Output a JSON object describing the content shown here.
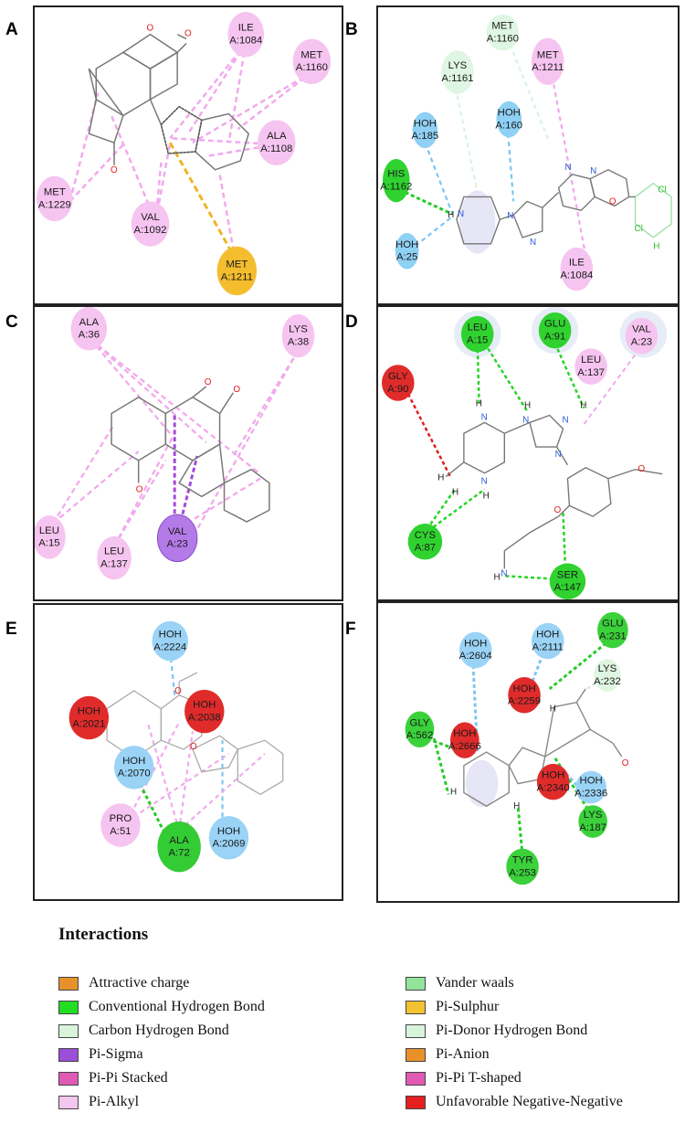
{
  "panels": {
    "A": {
      "label": "A",
      "residues": [
        {
          "name": "ILE",
          "num": "A:1084"
        },
        {
          "name": "MET",
          "num": "A:1160"
        },
        {
          "name": "ALA",
          "num": "A:1108"
        },
        {
          "name": "MET",
          "num": "A:1229"
        },
        {
          "name": "VAL",
          "num": "A:1092"
        },
        {
          "name": "MET",
          "num": "A:1211"
        }
      ],
      "atoms": [
        "O",
        "O",
        "O"
      ]
    },
    "B": {
      "label": "B",
      "residues": [
        {
          "name": "MET",
          "num": "A:1160"
        },
        {
          "name": "MET",
          "num": "A:1211"
        },
        {
          "name": "LYS",
          "num": "A:1161"
        },
        {
          "name": "HOH",
          "num": "A:160"
        },
        {
          "name": "HOH",
          "num": "A:185"
        },
        {
          "name": "HIS",
          "num": "A:1162"
        },
        {
          "name": "HOH",
          "num": "A:25"
        },
        {
          "name": "ILE",
          "num": "A:1084"
        }
      ],
      "atoms": [
        "N",
        "N",
        "N",
        "N",
        "N",
        "O",
        "H",
        "Cl",
        "Cl",
        "H"
      ]
    },
    "C": {
      "label": "C",
      "residues": [
        {
          "name": "ALA",
          "num": "A:36"
        },
        {
          "name": "LYS",
          "num": "A:38"
        },
        {
          "name": "LEU",
          "num": "A:15"
        },
        {
          "name": "LEU",
          "num": "A:137"
        },
        {
          "name": "VAL",
          "num": "A:23"
        }
      ],
      "atoms": [
        "O",
        "O",
        "O"
      ]
    },
    "D": {
      "label": "D",
      "residues": [
        {
          "name": "LEU",
          "num": "A:15"
        },
        {
          "name": "GLU",
          "num": "A:91"
        },
        {
          "name": "LEU",
          "num": "A:137"
        },
        {
          "name": "VAL",
          "num": "A:23"
        },
        {
          "name": "GLY",
          "num": "A:90"
        },
        {
          "name": "CYS",
          "num": "A:87"
        },
        {
          "name": "SER",
          "num": "A:147"
        }
      ],
      "atoms": [
        "N",
        "N",
        "N",
        "N",
        "N",
        "O",
        "O",
        "H",
        "H",
        "H",
        "H",
        "H",
        "H",
        "N",
        "H"
      ]
    },
    "E": {
      "label": "E",
      "residues": [
        {
          "name": "HOH",
          "num": "A:2224"
        },
        {
          "name": "HOH",
          "num": "A:2021"
        },
        {
          "name": "HOH",
          "num": "A:2038"
        },
        {
          "name": "HOH",
          "num": "A:2070"
        },
        {
          "name": "PRO",
          "num": "A:51"
        },
        {
          "name": "ALA",
          "num": "A:72"
        },
        {
          "name": "HOH",
          "num": "A:2069"
        }
      ],
      "atoms": [
        "O",
        "O"
      ]
    },
    "F": {
      "label": "F",
      "residues": [
        {
          "name": "GLU",
          "num": "A:231"
        },
        {
          "name": "HOH",
          "num": "A:2111"
        },
        {
          "name": "HOH",
          "num": "A:2604"
        },
        {
          "name": "HOH",
          "num": "A:2259"
        },
        {
          "name": "LYS",
          "num": "A:232"
        },
        {
          "name": "GLY",
          "num": "A:562"
        },
        {
          "name": "HOH",
          "num": "A:2666"
        },
        {
          "name": "HOH",
          "num": "A:2340"
        },
        {
          "name": "HOH",
          "num": "A:2336"
        },
        {
          "name": "LYS",
          "num": "A:187"
        },
        {
          "name": "TYR",
          "num": "A:253"
        }
      ],
      "atoms": [
        "H",
        "O",
        "H",
        "H",
        "H"
      ]
    }
  },
  "legend": {
    "title": "Interactions",
    "left": [
      {
        "label": "Attractive charge",
        "color": "#e8912a"
      },
      {
        "label": "Conventional Hydrogen Bond",
        "color": "#22dd22"
      },
      {
        "label": "Carbon Hydrogen Bond",
        "color": "#d8f5dc"
      },
      {
        "label": "Pi-Sigma",
        "color": "#9a4fd6"
      },
      {
        "label": "Pi-Pi Stacked",
        "color": "#e05ab4"
      },
      {
        "label": "Pi-Alkyl",
        "color": "#f3c6ef"
      }
    ],
    "right": [
      {
        "label": "Vander waals",
        "color": "#93e39b"
      },
      {
        "label": "Pi-Sulphur",
        "color": "#f1c231"
      },
      {
        "label": "Pi-Donor Hydrogen Bond",
        "color": "#d8f5dc"
      },
      {
        "label": "Pi-Anion",
        "color": "#e8912a"
      },
      {
        "label": "Pi-Pi T-shaped",
        "color": "#e05ab4"
      },
      {
        "label": "Unfavorable Negative-Negative",
        "color": "#e41f1f"
      }
    ]
  }
}
